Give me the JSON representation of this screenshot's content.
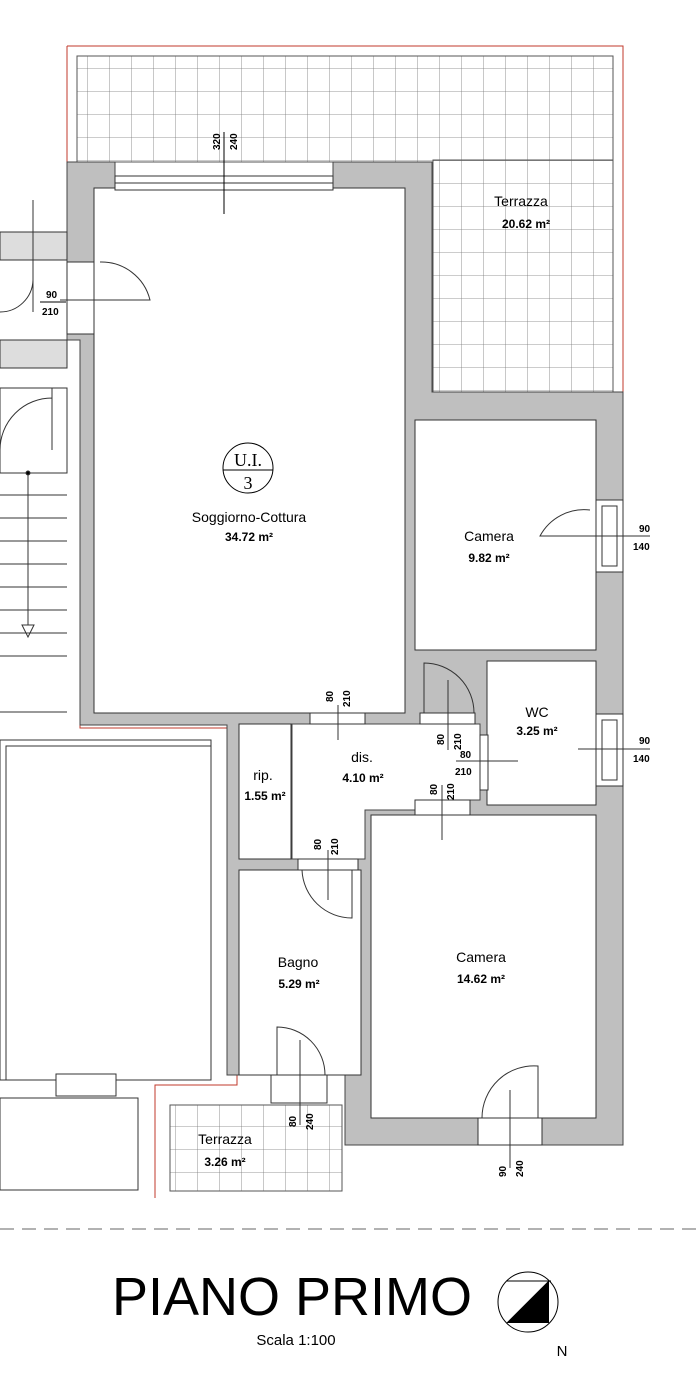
{
  "plan": {
    "unit_id_label": "U.I.",
    "unit_id_number": "3",
    "title": "PIANO PRIMO",
    "scale": "Scala 1:100",
    "north": "N"
  },
  "rooms": {
    "terrazza_top": {
      "name": "Terrazza",
      "area": "20.62 m²"
    },
    "soggiorno": {
      "name": "Soggiorno-Cottura",
      "area": "34.72 m²"
    },
    "camera_small": {
      "name": "Camera",
      "area": "9.82 m²"
    },
    "wc": {
      "name": "WC",
      "area": "3.25 m²"
    },
    "dis": {
      "name": "dis.",
      "area": "4.10 m²"
    },
    "rip": {
      "name": "rip.",
      "area": "1.55 m²"
    },
    "bagno": {
      "name": "Bagno",
      "area": "5.29 m²"
    },
    "camera_large": {
      "name": "Camera",
      "area": "14.62 m²"
    },
    "terrazza_bottom": {
      "name": "Terrazza",
      "area": "3.26 m²"
    }
  },
  "dims": {
    "terrace_door": {
      "w": "320",
      "h": "240"
    },
    "entry_door": {
      "w": "90",
      "h": "210"
    },
    "camera_window": {
      "w": "90",
      "h": "140"
    },
    "wc_window": {
      "w": "90",
      "h": "140"
    },
    "dis_door_top": {
      "w": "80",
      "h": "210"
    },
    "camera_door": {
      "w": "80",
      "h": "210"
    },
    "wc_door": {
      "w": "80",
      "h": "210"
    },
    "camera_large_door": {
      "w": "80",
      "h": "210"
    },
    "bagno_door": {
      "w": "80",
      "h": "210"
    },
    "bagno_window": {
      "w": "80",
      "h": "240"
    },
    "camera_large_window": {
      "w": "90",
      "h": "240"
    }
  }
}
